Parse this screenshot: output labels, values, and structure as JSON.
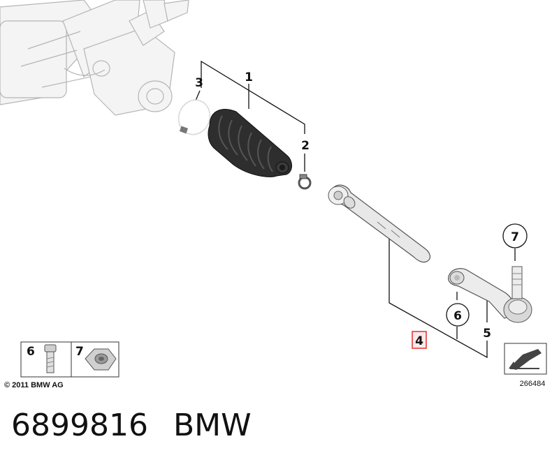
{
  "callouts": {
    "c1": "1",
    "c2": "2",
    "c3": "3",
    "c4": "4",
    "c5": "5",
    "c6": "6",
    "c7": "7"
  },
  "legend": {
    "item_a": "6",
    "item_b": "7"
  },
  "copyright": "© 2011 BMW AG",
  "diagram_number": "266484",
  "part_number": "6899816",
  "brand": "BMW",
  "colors": {
    "highlight": "#e03030",
    "highlight_fill": "#fde9e9",
    "ink": "#111111",
    "ghost": "#b5b5b5"
  }
}
